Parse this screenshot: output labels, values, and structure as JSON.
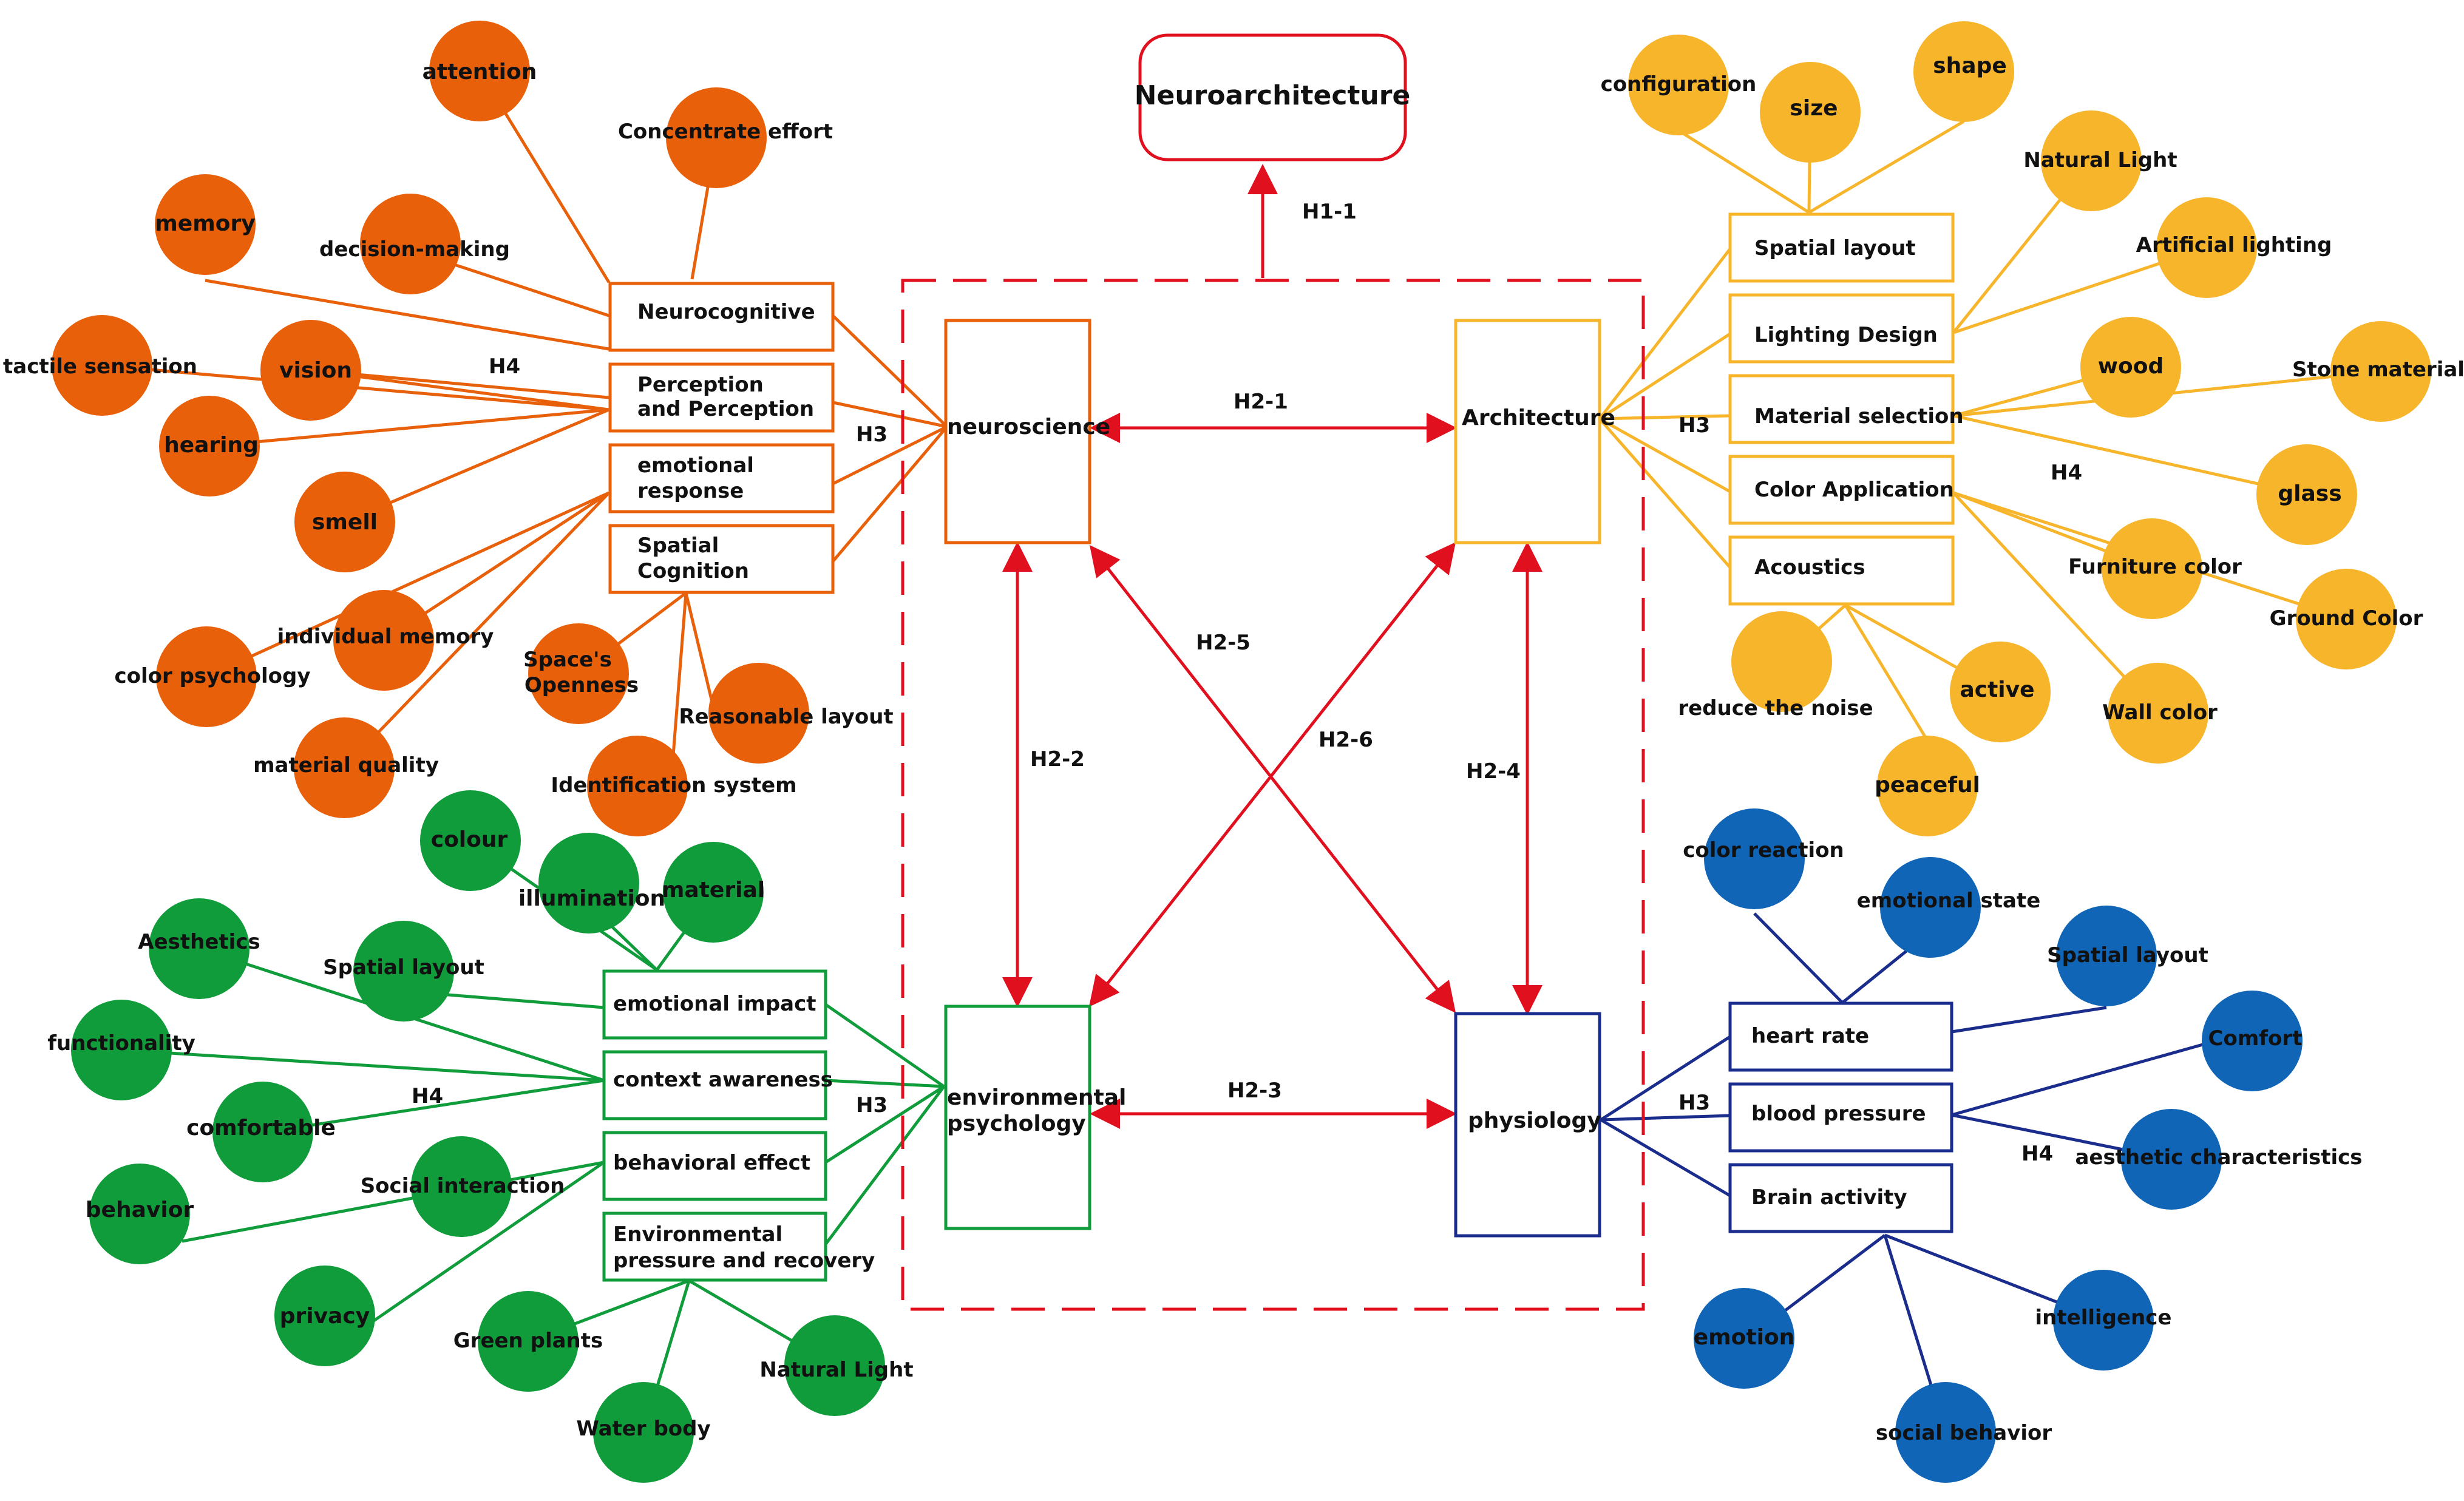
{
  "colors": {
    "orange": "#E8600A",
    "yellow": "#F7B52C",
    "green": "#119C3C",
    "blue": "#1065B6",
    "navy": "#1A2C8C",
    "red": "#E0101E"
  },
  "title": "Neuroarchitecture",
  "core": {
    "neuroscience": "neuroscience",
    "architecture": "Architecture",
    "env_line1": "environmental",
    "env_line2": "psychology",
    "physiology": "physiology"
  },
  "hypotheses": {
    "h1_1": "H1-1",
    "h2_1": "H2-1",
    "h2_2": "H2-2",
    "h2_3": "H2-3",
    "h2_4": "H2-4",
    "h2_5": "H2-5",
    "h2_6": "H2-6",
    "h3": "H3",
    "h4": "H4"
  },
  "neuro_group": {
    "boxes": {
      "neurocognitive": "Neurocognitive",
      "perception_l1": "Perception",
      "perception_l2": "and Perception",
      "emotional_l1": "emotional",
      "emotional_l2": "response",
      "spatial_l1": "Spatial",
      "spatial_l2": "Cognition"
    },
    "circles": {
      "attention": "attention",
      "concentrate": "Concentrate effort",
      "memory": "memory",
      "decision": "decision-making",
      "tactile": "tactile sensation",
      "vision": "vision",
      "hearing": "hearing",
      "smell": "smell",
      "individual_memory": "individual memory",
      "color_psychology": "color psychology",
      "material_quality": "material quality",
      "openness_l1": "Space's",
      "openness_l2": "Openness",
      "reasonable_layout": "Reasonable layout",
      "identification": "Identification system"
    }
  },
  "arch_group": {
    "boxes": {
      "spatial_layout": "Spatial layout",
      "lighting": "Lighting Design",
      "material": "Material selection",
      "color": "Color Application",
      "acoustics": "Acoustics"
    },
    "circles": {
      "configuration": "configuration",
      "size": "size",
      "shape": "shape",
      "natural_light": "Natural Light",
      "artificial": "Artificial lighting",
      "wood": "wood",
      "stone": "Stone material",
      "glass": "glass",
      "furniture": "Furniture color",
      "ground": "Ground Color",
      "wall": "Wall color",
      "noise": "reduce the noise",
      "active": "active",
      "peaceful": "peaceful"
    }
  },
  "env_group": {
    "boxes": {
      "emotional_impact": "emotional impact",
      "context": "context awareness",
      "behavioral": "behavioral effect",
      "pressure_l1": "Environmental",
      "pressure_l2": "pressure and recovery"
    },
    "circles": {
      "colour": "colour",
      "illumination": "illumination",
      "material": "material",
      "aesthetics": "Aesthetics",
      "spatial_layout": "Spatial layout",
      "functionality": "functionality",
      "comfortable": "comfortable",
      "social": "Social interaction",
      "behavior": "behavior",
      "privacy": "privacy",
      "green_plants": "Green plants",
      "water_body": "Water body",
      "natural_light": "Natural Light"
    }
  },
  "phys_group": {
    "boxes": {
      "heart_rate": "heart rate",
      "blood_pressure": "blood pressure",
      "brain_activity": "Brain activity"
    },
    "circles": {
      "color_reaction": "color reaction",
      "emotional_state": "emotional state",
      "spatial_layout": "Spatial layout",
      "comfort": "Comfort",
      "aesthetic": "aesthetic characteristics",
      "emotion": "emotion",
      "intelligence": "intelligence",
      "social_behavior": "social behavior"
    }
  }
}
